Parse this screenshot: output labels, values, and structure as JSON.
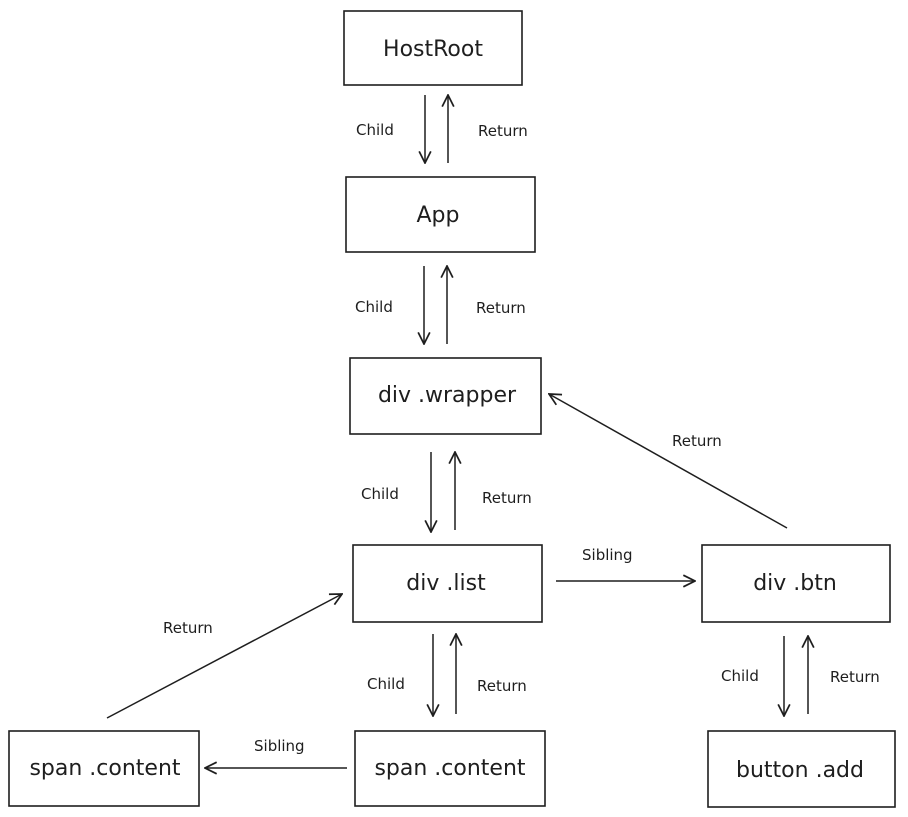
{
  "nodes": {
    "host_root": "HostRoot",
    "app": "App",
    "div_wrapper": "div .wrapper",
    "div_list": "div .list",
    "div_btn": "div .btn",
    "span_content_left": "span .content",
    "span_content_right": "span .content",
    "button_add": "button .add"
  },
  "edges": {
    "child": "Child",
    "return": "Return",
    "sibling": "Sibling"
  }
}
